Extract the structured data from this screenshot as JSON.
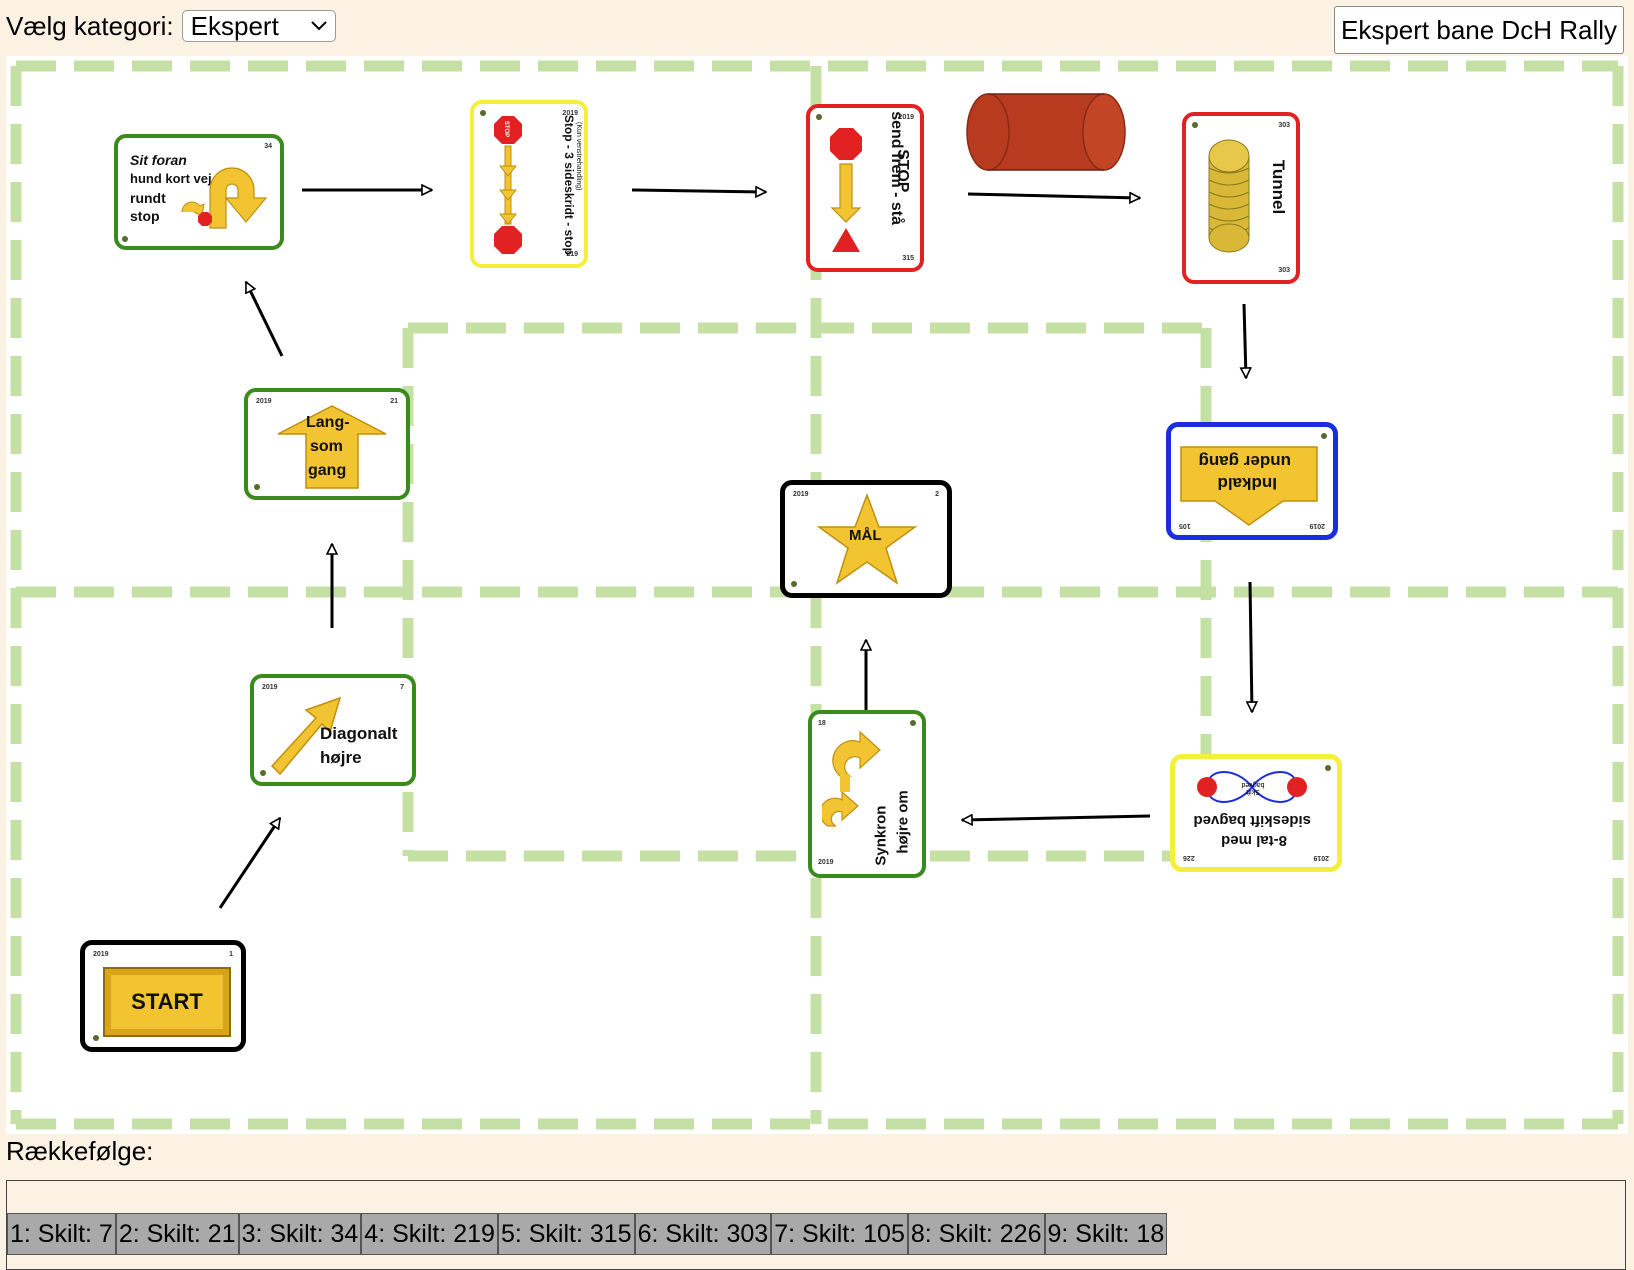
{
  "header": {
    "category_label": "Vælg kategori:",
    "category_selected": "Ekspert",
    "course_title": "Ekspert bane DcH Rally"
  },
  "signs": {
    "start": {
      "label": "START",
      "number": "1",
      "year": "2019"
    },
    "diagonal": {
      "label_1": "Diagonalt",
      "label_2": "højre",
      "number": "7",
      "year": "2019"
    },
    "langsom": {
      "label_1": "Lang-",
      "label_2": "som",
      "label_3": "gang",
      "number": "21",
      "year": "2019"
    },
    "sit_foran": {
      "line_1": "Sit foran",
      "line_2": "hund kort vej",
      "line_3": "rundt",
      "line_4": "stop",
      "number": "34"
    },
    "stop_sideskridt": {
      "label": "Stop - 3 sideskridt - stop",
      "sub": "(Kun venstrehandling)",
      "number": "219",
      "year": "2019"
    },
    "stop_send": {
      "label_1": "STOP",
      "label_2": "send frem - stå",
      "number": "315",
      "year": "2019"
    },
    "tunnel": {
      "label": "Tunnel",
      "number": "303",
      "year": "303"
    },
    "indkald": {
      "label_1": "Indkald",
      "label_2": "under gang",
      "number": "105",
      "year": "2019"
    },
    "otte_tal": {
      "label_1": "8-tal med",
      "label_2": "sideskift bagved",
      "inner": "Skift bagved",
      "number": "226",
      "year": "2019"
    },
    "synkron": {
      "label_1": "Synkron",
      "label_2": "højre om",
      "number": "18",
      "year": "2019"
    },
    "maal": {
      "label": "MÅL",
      "number": "2",
      "year": "2019"
    },
    "stop_icon": "STOP"
  },
  "order": {
    "heading": "Rækkefølge:",
    "items": [
      "1: Skilt: 7",
      "2: Skilt: 21",
      "3: Skilt: 34",
      "4: Skilt: 219",
      "5: Skilt: 315",
      "6: Skilt: 303",
      "7: Skilt: 105",
      "8: Skilt: 226",
      "9: Skilt: 18"
    ]
  },
  "colors": {
    "green_border": "#3b8a1e",
    "yellow_border": "#f4ef3a",
    "red_border": "#e22222",
    "blue_border": "#1a2ee0",
    "black_border": "#000000",
    "sign_yellow": "#f2c431",
    "field_lines": "#c4e0a4",
    "tunnel_red": "#b83a1f"
  },
  "icons": [
    "chevron-down-icon",
    "arrow-icon",
    "stop-octagon-icon",
    "star-icon",
    "tunnel-icon",
    "cone-icon"
  ]
}
